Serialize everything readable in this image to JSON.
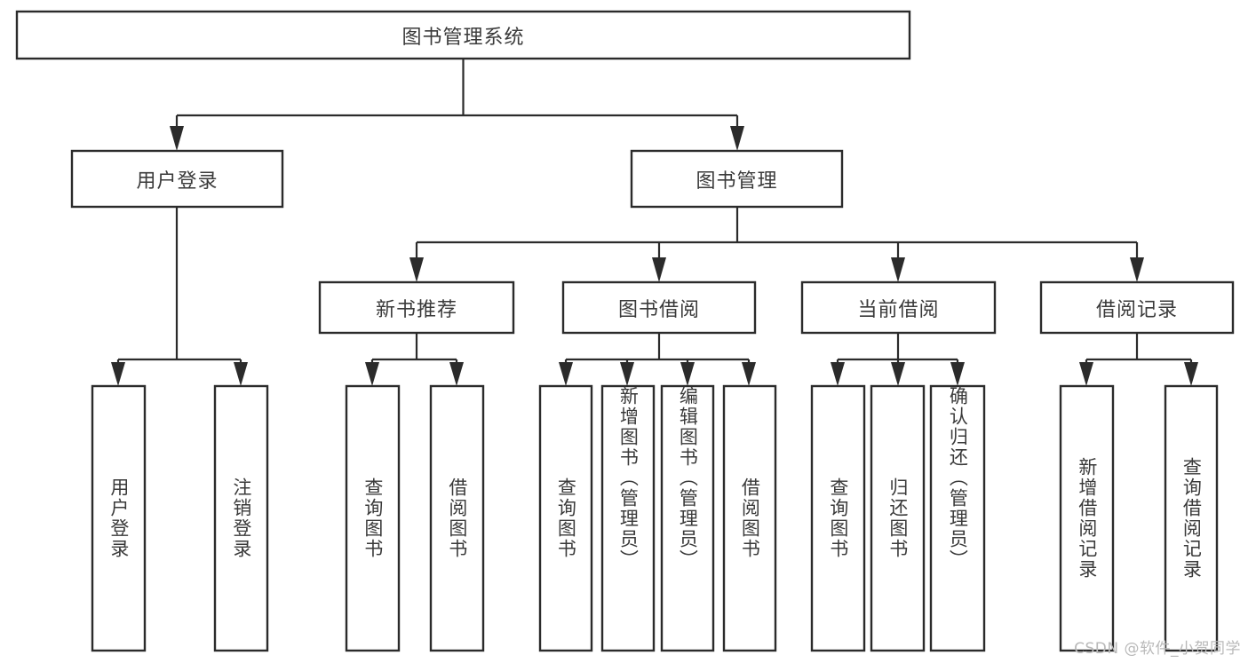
{
  "diagram": {
    "type": "tree-hierarchy",
    "title": "图书管理系统",
    "orientation": "top-down",
    "colors": {
      "box_stroke": "#2b2b2b",
      "box_fill": "#ffffff",
      "text": "#3a3a3a",
      "connector": "#2b2b2b",
      "watermark": "#b9b9b9",
      "background": "#ffffff"
    },
    "root": {
      "label": "图书管理系统"
    },
    "level2": [
      {
        "label": "用户登录"
      },
      {
        "label": "图书管理"
      }
    ],
    "level3": [
      {
        "label": "新书推荐"
      },
      {
        "label": "图书借阅"
      },
      {
        "label": "当前借阅"
      },
      {
        "label": "借阅记录"
      }
    ],
    "leaves": {
      "user_login": [
        {
          "label": "用户登录"
        },
        {
          "label": "注销登录"
        }
      ],
      "new_book_recommend": [
        {
          "label": "查询图书"
        },
        {
          "label": "借阅图书"
        }
      ],
      "book_borrow": [
        {
          "label": "查询图书"
        },
        {
          "label": "新增图书（管理员）"
        },
        {
          "label": "编辑图书（管理员）"
        },
        {
          "label": "借阅图书"
        }
      ],
      "current_borrow": [
        {
          "label": "查询图书"
        },
        {
          "label": "归还图书"
        },
        {
          "label": "确认归还（管理员）"
        }
      ],
      "borrow_record": [
        {
          "label": "新增借阅记录"
        },
        {
          "label": "查询借阅记录"
        }
      ]
    },
    "watermark": "CSDN @软件_小贺同学"
  }
}
